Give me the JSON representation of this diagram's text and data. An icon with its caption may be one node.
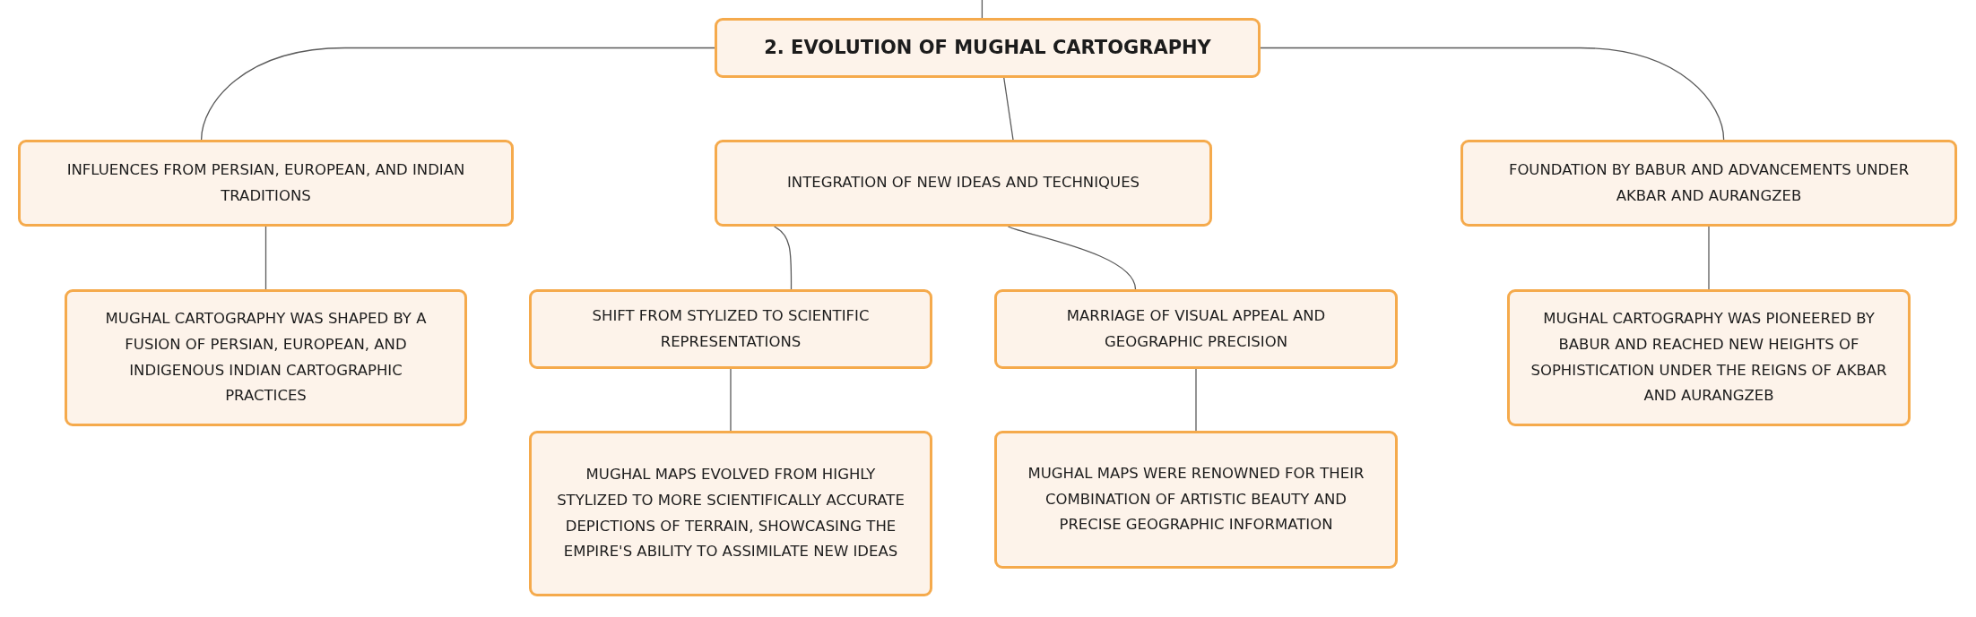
{
  "diagram": {
    "nodes": [
      {
        "text": [
          "2. EVOLUTION OF MUGHAL CARTOGRAPHY"
        ]
      },
      {
        "text": [
          "INFLUENCES FROM PERSIAN, EUROPEAN, AND INDIAN TRADITIONS"
        ]
      },
      {
        "text": [
          "INTEGRATION OF NEW IDEAS AND TECHNIQUES"
        ]
      },
      {
        "text": [
          "FOUNDATION BY BABUR AND ADVANCEMENTS UNDER AKBAR AND AURANGZEB"
        ]
      },
      {
        "text": [
          "MUGHAL CARTOGRAPHY WAS SHAPED BY A FUSION OF PERSIAN, EUROPEAN, AND INDIGENOUS INDIAN CARTOGRAPHIC PRACTICES"
        ]
      },
      {
        "text": [
          "SHIFT FROM STYLIZED TO SCIENTIFIC REPRESENTATIONS"
        ]
      },
      {
        "text": [
          "MARRIAGE OF VISUAL APPEAL AND GEOGRAPHIC PRECISION"
        ]
      },
      {
        "text": [
          "MUGHAL MAPS EVOLVED FROM HIGHLY STYLIZED TO MORE SCIENTIFICALLY ACCURATE DEPICTIONS OF TERRAIN, SHOWCASING THE EMPIRE'S ABILITY TO ASSIMILATE NEW IDEAS"
        ]
      },
      {
        "text": [
          "MUGHAL MAPS WERE RENOWNED FOR THEIR COMBINATION OF ARTISTIC BEAUTY AND PRECISE GEOGRAPHIC INFORMATION"
        ]
      },
      {
        "text": [
          "MUGHAL CARTOGRAPHY WAS PIONEERED BY BABUR AND REACHED NEW HEIGHTS OF SOPHISTICATION UNDER THE REIGNS OF AKBAR AND AURANGZEB"
        ]
      }
    ],
    "edges": [
      {
        "from": null,
        "to": 0,
        "arrow": "none"
      },
      {
        "from": 0,
        "to": 1,
        "arrow": "none"
      },
      {
        "from": 0,
        "to": 2,
        "arrow": "none"
      },
      {
        "from": 0,
        "to": 3,
        "arrow": "none"
      },
      {
        "from": 1,
        "to": 4,
        "arrow": "none"
      },
      {
        "from": 2,
        "to": 5,
        "arrow": "none"
      },
      {
        "from": 2,
        "to": 6,
        "arrow": "none"
      },
      {
        "from": 5,
        "to": 7,
        "arrow": "none"
      },
      {
        "from": 6,
        "to": 8,
        "arrow": "none"
      },
      {
        "from": 3,
        "to": 9,
        "arrow": "none"
      }
    ]
  }
}
